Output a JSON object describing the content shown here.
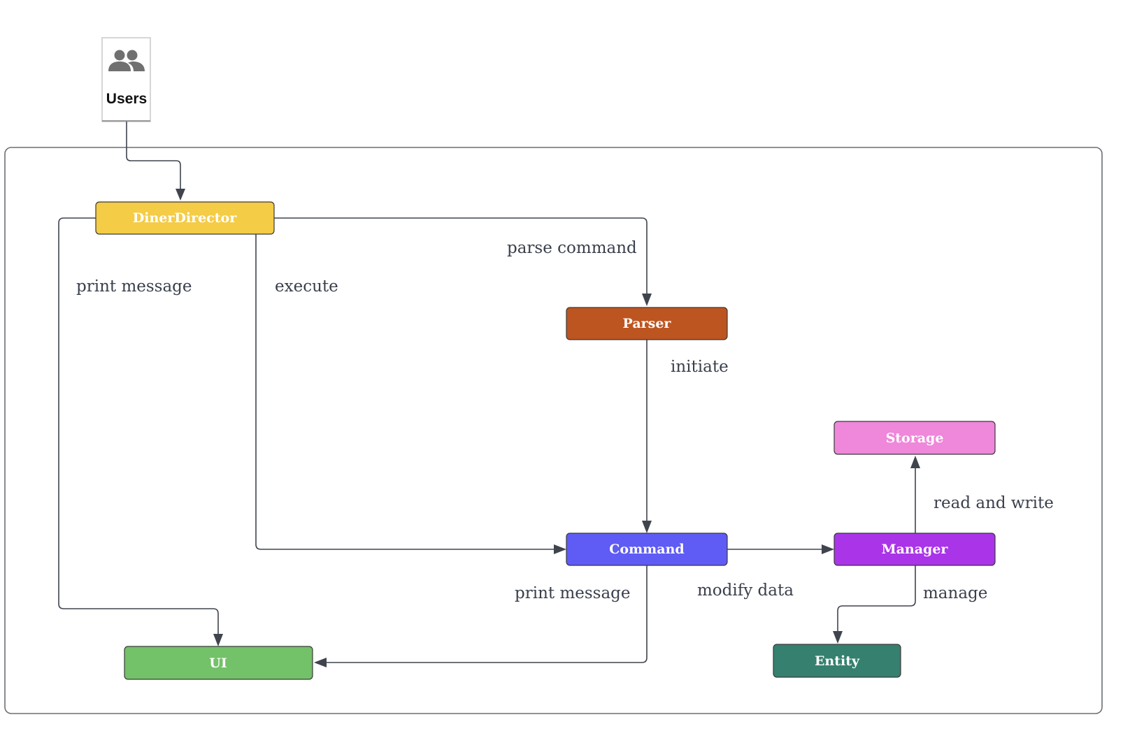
{
  "actor": {
    "label": "Users",
    "icon": "group-icon"
  },
  "nodes": {
    "diner_director": {
      "label": "DinerDirector",
      "color": "#f4cc45"
    },
    "parser": {
      "label": "Parser",
      "color": "#bd5521"
    },
    "command": {
      "label": "Command",
      "color": "#5f5bf5"
    },
    "storage": {
      "label": "Storage",
      "color": "#ef87db"
    },
    "manager": {
      "label": "Manager",
      "color": "#a934e8"
    },
    "ui": {
      "label": "UI",
      "color": "#73c168"
    },
    "entity": {
      "label": "Entity",
      "color": "#35806f"
    }
  },
  "edges": {
    "users_to_director": {
      "label": ""
    },
    "director_to_ui": {
      "label": "print message"
    },
    "director_to_command": {
      "label": "execute"
    },
    "director_to_parser": {
      "label": "parse command"
    },
    "parser_to_command": {
      "label": "initiate"
    },
    "manager_to_storage": {
      "label": "read and write"
    },
    "command_to_manager": {
      "label": "modify data"
    },
    "command_to_ui": {
      "label": "print message"
    },
    "manager_to_entity": {
      "label": "manage"
    }
  }
}
